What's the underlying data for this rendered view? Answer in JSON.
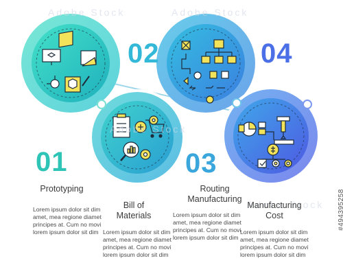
{
  "watermark": "Adobe Stock",
  "stock_id": "#494395258",
  "steps": [
    {
      "number": "01",
      "title": "Prototyping",
      "desc": "Lorem ipsum dolor sit dim\namet, mea regione diamet\nprincipes at. Cum no movi\nlorem ipsum dolor sit dim",
      "color": "#2ec4b6",
      "icon": "design-tools-icon"
    },
    {
      "number": "02",
      "title": "Bill of\nMaterials",
      "desc": "Lorem ipsum dolor sit dim\namet, mea regione diamet\nprincipes at. Cum no movi\nlorem ipsum dolor sit dim",
      "color": "#3bb0d9",
      "icon": "checklist-cart-icon"
    },
    {
      "number": "03",
      "title": "Routing\nManufacturing",
      "desc": "Lorem ipsum dolor sit dim\namet, mea regione diamet\nprincipes at. Cum no movi\nlorem ipsum dolor sit dim",
      "color": "#46a3e0",
      "icon": "flowchart-icon"
    },
    {
      "number": "04",
      "title": "Manufacturing\nCost",
      "desc": "Lorem ipsum dolor sit dim\namet, mea regione diamet\nprincipes at. Cum no movi\nlorem ipsum dolor sit dim",
      "color": "#4f6fe6",
      "icon": "cost-analysis-icon"
    }
  ],
  "colors": {
    "accent_yellow": "#f3e35a",
    "icon_dark": "#1e2b3a",
    "number_01": "#2ec4b6",
    "number_02": "#33b8d8",
    "number_03": "#3aa6dc",
    "number_04": "#4b6fe6"
  }
}
